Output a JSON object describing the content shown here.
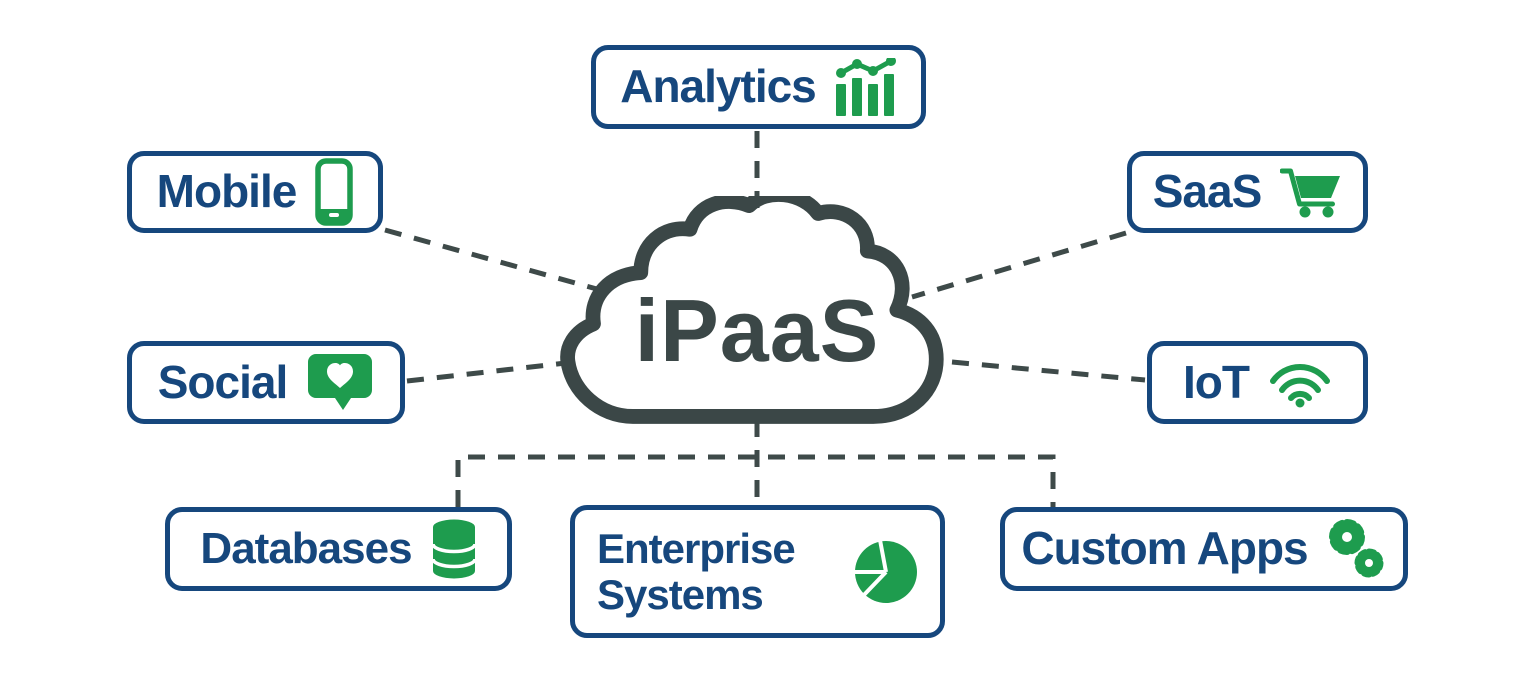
{
  "diagram": {
    "title": "iPaaS",
    "center": {
      "label": "iPaaS",
      "icon": "cloud-icon"
    },
    "nodes": [
      {
        "id": "analytics",
        "label": "Analytics",
        "icon": "bar-chart-icon"
      },
      {
        "id": "mobile",
        "label": "Mobile",
        "icon": "smartphone-icon"
      },
      {
        "id": "saas",
        "label": "SaaS",
        "icon": "shopping-cart-icon"
      },
      {
        "id": "social",
        "label": "Social",
        "icon": "heart-message-icon"
      },
      {
        "id": "iot",
        "label": "IoT",
        "icon": "wifi-icon"
      },
      {
        "id": "databases",
        "label": "Databases",
        "icon": "database-icon"
      },
      {
        "id": "enterprise_systems",
        "label": "Enterprise Systems",
        "icon": "pie-chart-icon"
      },
      {
        "id": "custom_apps",
        "label": "Custom Apps",
        "icon": "gears-icon"
      }
    ],
    "connections": [
      {
        "from": "ipaas",
        "to": "analytics"
      },
      {
        "from": "ipaas",
        "to": "mobile"
      },
      {
        "from": "ipaas",
        "to": "saas"
      },
      {
        "from": "ipaas",
        "to": "social"
      },
      {
        "from": "ipaas",
        "to": "iot"
      },
      {
        "from": "ipaas",
        "to": "databases"
      },
      {
        "from": "ipaas",
        "to": "enterprise_systems"
      },
      {
        "from": "ipaas",
        "to": "custom_apps"
      }
    ],
    "colors": {
      "node_border": "#16477D",
      "node_text": "#16477D",
      "icon_green": "#1E9C4E",
      "cloud_slate": "#3B4747",
      "connector": "#3E4A49",
      "background": "#FFFFFF"
    }
  }
}
